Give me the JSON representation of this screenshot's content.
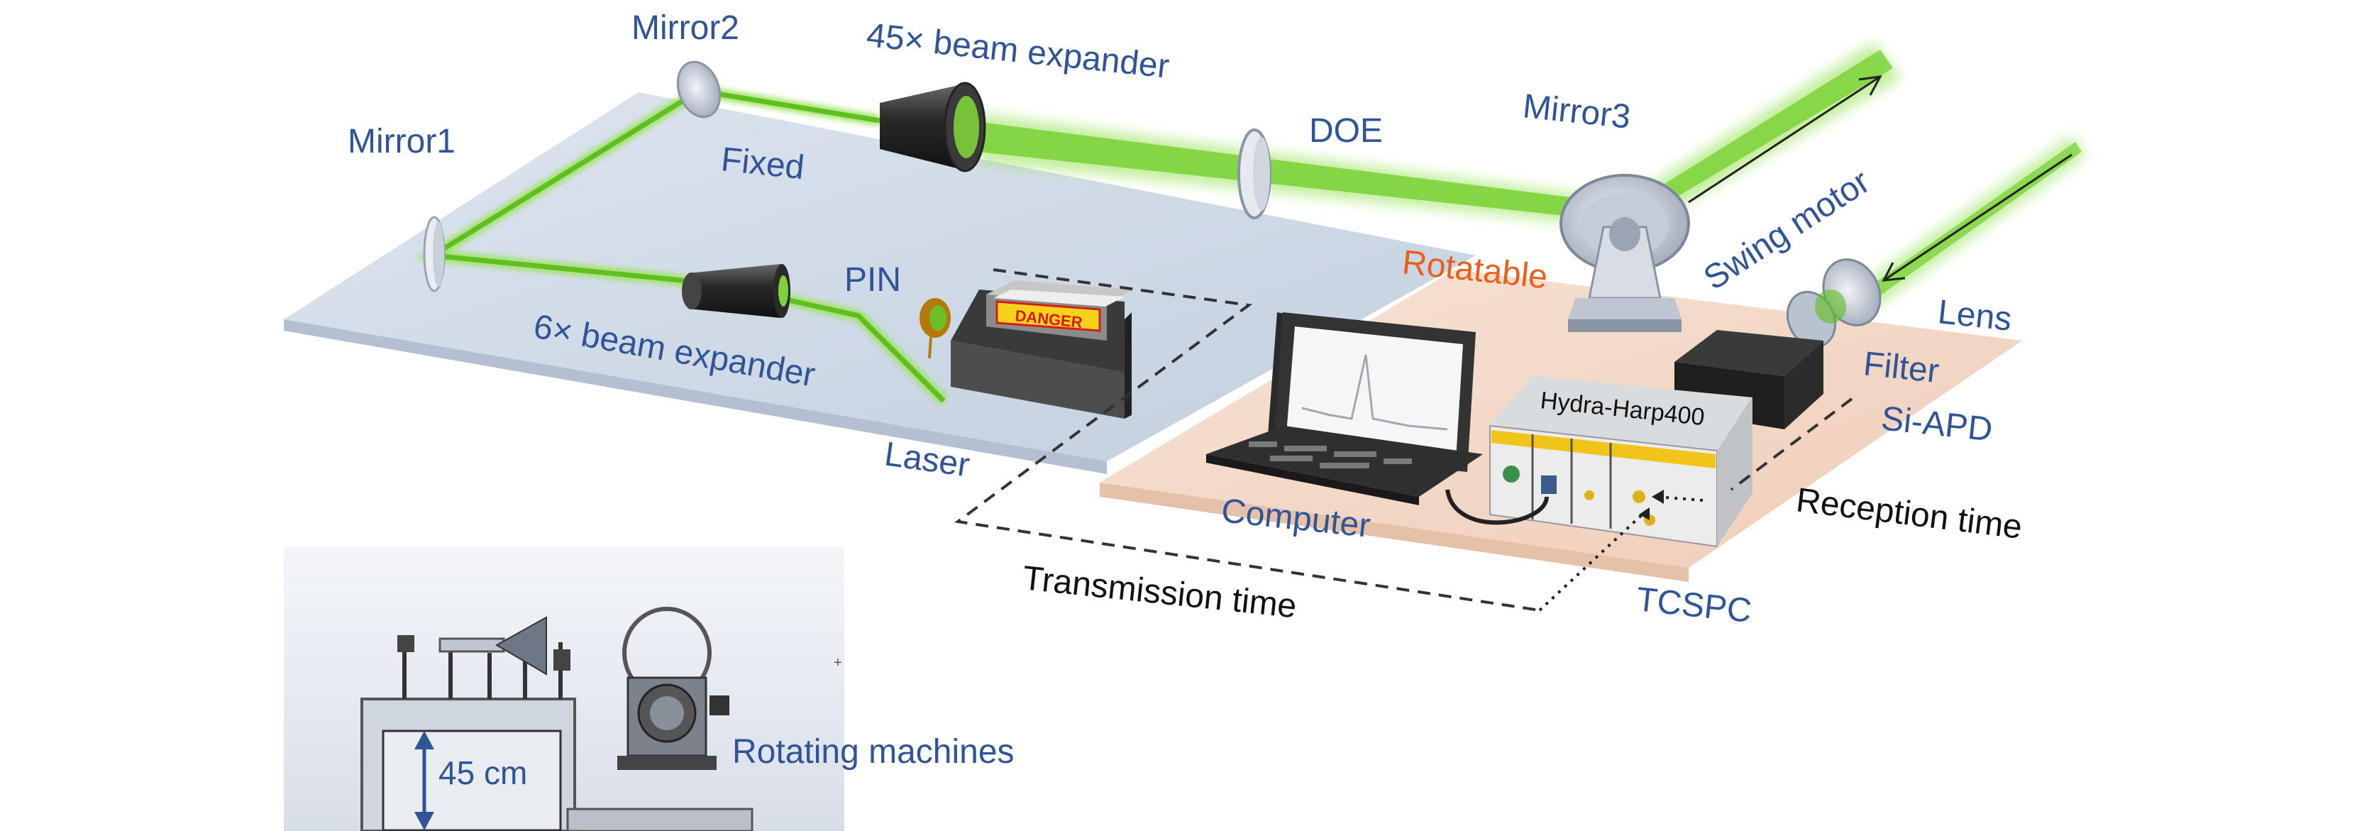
{
  "labels": {
    "mirror1": "Mirror1",
    "mirror2": "Mirror2",
    "mirror3": "Mirror3",
    "beam_expander_45x": "45× beam expander",
    "beam_expander_6x": "6× beam expander",
    "fixed": "Fixed",
    "doe": "DOE",
    "rotatable": "Rotatable",
    "swing_motor": "Swing motor",
    "lens": "Lens",
    "filter": "Filter",
    "si_apd": "Si-APD",
    "pin": "PIN",
    "laser": "Laser",
    "danger": "DANGER",
    "computer": "Computer",
    "hydra_harp": "Hydra-Harp400",
    "tcspc": "TCSPC",
    "transmission_time": "Transmission time",
    "reception_time": "Reception time",
    "dimension": "45 cm",
    "rotating_machines": "Rotating machines",
    "plus_mark": "+"
  },
  "colors": {
    "label_blue": "#2f5597",
    "label_orange": "#e8601c",
    "beam_green": "#7ed321",
    "fixed_platform": "#cfd9e6",
    "rotatable_platform": "#f3d9c8"
  }
}
